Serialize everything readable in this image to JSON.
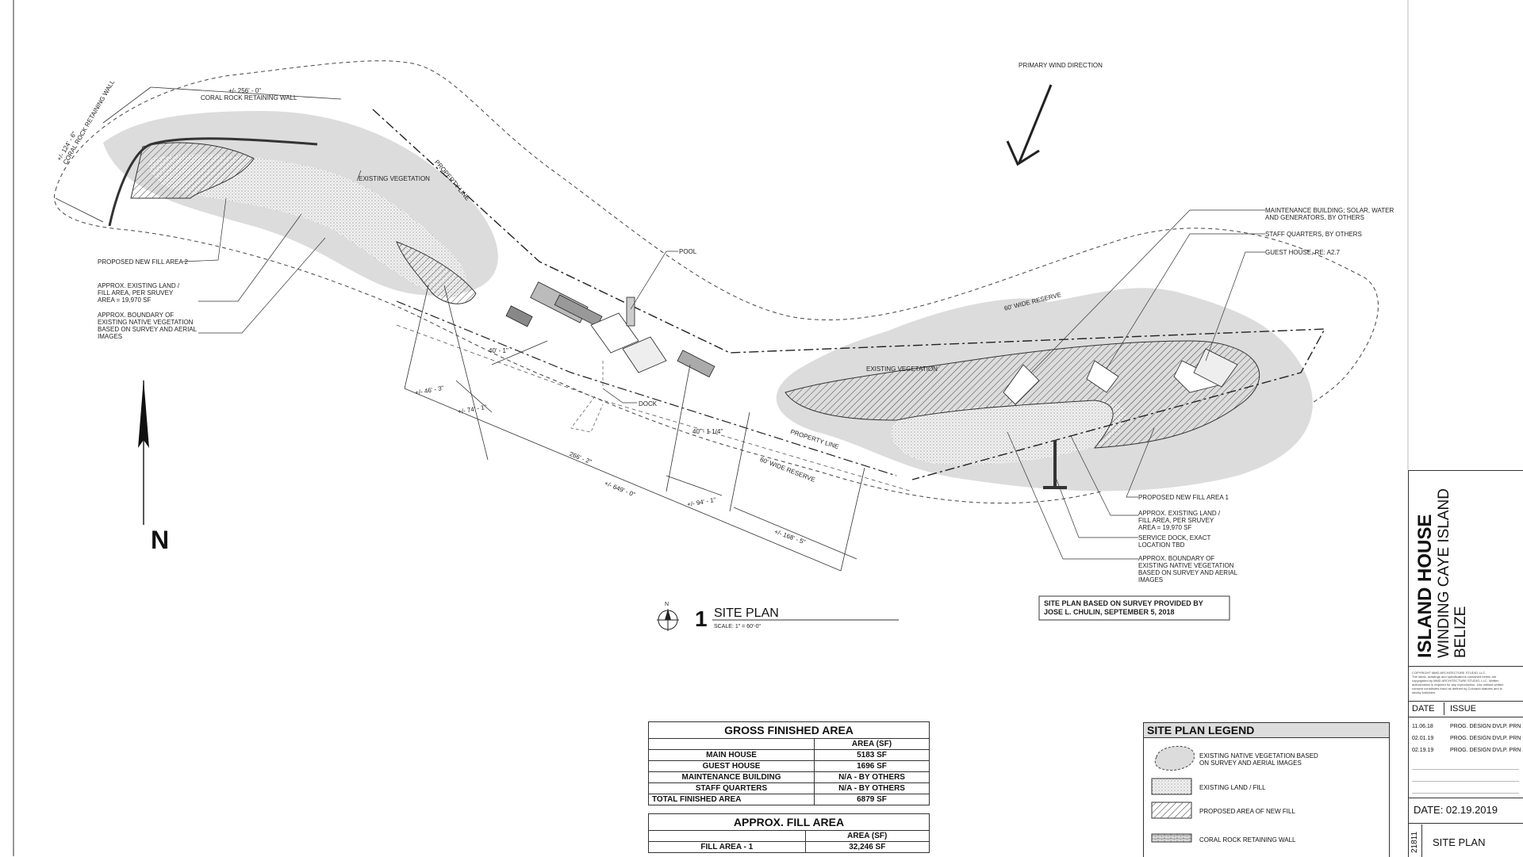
{
  "labels": {
    "wind": "PRIMARY WIND DIRECTION",
    "retaining_dim": "+/- 256' - 0\"",
    "retaining_wall": "CORAL ROCK RETAINING WALL",
    "retaining_side": "+/- 124' - 6\"\nCORAL ROCK RETAINING WALL",
    "veg_west": "EXISTING VEGETATION",
    "property_line_1": "PROPERTY LINE",
    "fill2": "PROPOSED NEW FILL AREA 2",
    "land_west": "APPROX. EXISTING LAND /\nFILL AREA, PER SRUVEY\nAREA = 19,970 SF",
    "boundary_west": "APPROX. BOUNDARY OF\nEXISTING NATIVE VEGETATION\nBASED ON SURVEY AND AERIAL\nIMAGES",
    "pool": "POOL",
    "dock": "DOCK",
    "reserve_top": "60' WIDE RESERVE",
    "reserve_bottom": "60' WIDE RESERVE",
    "veg_east": "EXISTING VEGETATION",
    "property_line_2": "PROPERTY LINE",
    "maint": "MAINTENANCE BUILDING; SOLAR, WATER\nAND GENERATORS, BY OTHERS",
    "staff": "STAFF QUARTERS, BY OTHERS",
    "guest": "GUEST HOUSE, RE: A2.7",
    "fill1": "PROPOSED NEW FILL AREA 1",
    "land_east": "APPROX. EXISTING LAND /\nFILL AREA, PER SRUVEY\nAREA = 19,970 SF",
    "service_dock": "SERVICE DOCK, EXACT\nLOCATION TBD",
    "boundary_east": "APPROX. BOUNDARY OF\nEXISTING NATIVE VEGETATION\nBASED ON SURVEY AND AERIAL\nIMAGES",
    "dim_a": "+/- 46' - 3\"",
    "dim_b": "+/- 74' - 1\"",
    "dim_c": "40' - 1\"",
    "dim_d": "266' - 2\"",
    "dim_e": "+/- 649' - 0\"",
    "dim_f": "40' - 1 1/4\"",
    "dim_g": "+/- 94' - 1\"",
    "dim_h": "+/- 168' - 5\"",
    "north": "N",
    "survey_note": "SITE PLAN BASED ON SURVEY PROVIDED BY\nJOSE L. CHULIN, SEPTEMBER 5, 2018"
  },
  "drawing": {
    "north_small": "N",
    "number": "1",
    "title": "SITE PLAN",
    "scale": "SCALE:  1\" = 60'-0\""
  },
  "gross_table": {
    "title": "GROSS FINISHED AREA",
    "col": "AREA (SF)",
    "rows": [
      [
        "MAIN HOUSE",
        "5183 SF"
      ],
      [
        "GUEST HOUSE",
        "1696 SF"
      ],
      [
        "MAINTENANCE BUILDING",
        "N/A - BY OTHERS"
      ],
      [
        "STAFF QUARTERS",
        "N/A - BY OTHERS"
      ],
      [
        "TOTAL FINISHED AREA",
        "6879 SF"
      ]
    ]
  },
  "fill_table": {
    "title": "APPROX. FILL AREA",
    "col": "AREA (SF)",
    "rows": [
      [
        "FILL AREA - 1",
        "32,246 SF"
      ]
    ]
  },
  "legend": {
    "title": "SITE PLAN  LEGEND",
    "items": [
      "EXISTING NATIVE VEGETATION BASED\nON SURVEY AND AERIAL IMAGES",
      "EXISTING LAND / FILL",
      "PROPOSED AREA OF NEW FILL",
      "CORAL ROCK RETAINING WALL"
    ]
  },
  "title_block": {
    "project": "ISLAND HOUSE",
    "location1": "WINDING CAYE ISLAND",
    "location2": "BELIZE",
    "copyright": "COPYRIGHT MMD ARCHITECTURE STUDIO, LLC.\nThe ideas, drawings and specifications contained herein are\ncopyrighted by MMD ARCHITECTURE STUDIO, LLC. Written\nauthorization is required for any reproduction. Use without written\nconsent constitutes fraud as defined by Colorado statutes and is\nstrictly forbidden.",
    "date_hdr": "DATE",
    "issue_hdr": "ISSUE",
    "issues": [
      [
        "11.06.18",
        "PROG. DESIGN DVLP. PRN"
      ],
      [
        "02.01.19",
        "PROG. DESIGN DVLP. PRN"
      ],
      [
        "02.19.19",
        "PROG. DESIGN DVLP. PRN"
      ]
    ],
    "date": "DATE: 02.19.2019",
    "sheet_no": "21811",
    "sheet_title": "SITE PLAN"
  }
}
